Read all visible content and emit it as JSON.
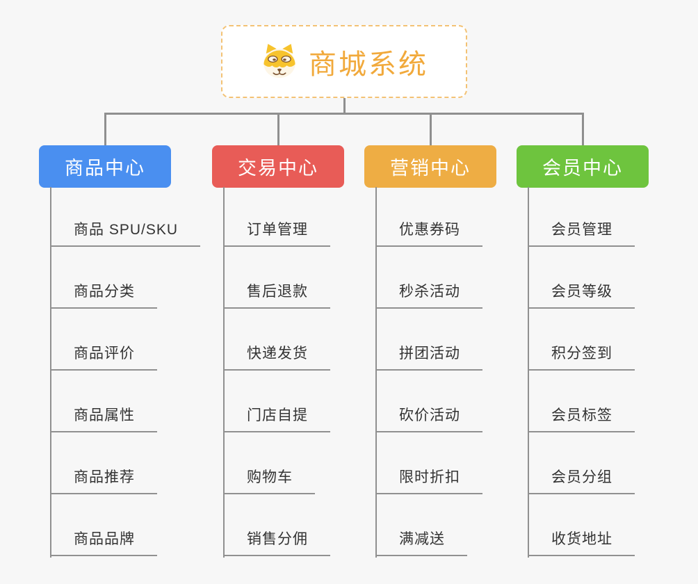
{
  "page": {
    "background_color": "#f7f7f7",
    "connector_color": "#8f8f8f"
  },
  "root": {
    "title": "商城系统",
    "icon": "dog-face-icon",
    "text_color": "#f1a93b",
    "border_color": "#f3c274"
  },
  "branches": [
    {
      "label": "商品中心",
      "color": "#4a8ff0",
      "children": [
        "商品 SPU/SKU",
        "商品分类",
        "商品评价",
        "商品属性",
        "商品推荐",
        "商品品牌"
      ]
    },
    {
      "label": "交易中心",
      "color": "#e85c57",
      "children": [
        "订单管理",
        "售后退款",
        "快递发货",
        "门店自提",
        "购物车",
        "销售分佣"
      ]
    },
    {
      "label": "营销中心",
      "color": "#eead44",
      "children": [
        "优惠券码",
        "秒杀活动",
        "拼团活动",
        "砍价活动",
        "限时折扣",
        "满减送"
      ]
    },
    {
      "label": "会员中心",
      "color": "#6ec43e",
      "children": [
        "会员管理",
        "会员等级",
        "积分签到",
        "会员标签",
        "会员分组",
        "收货地址"
      ]
    }
  ]
}
